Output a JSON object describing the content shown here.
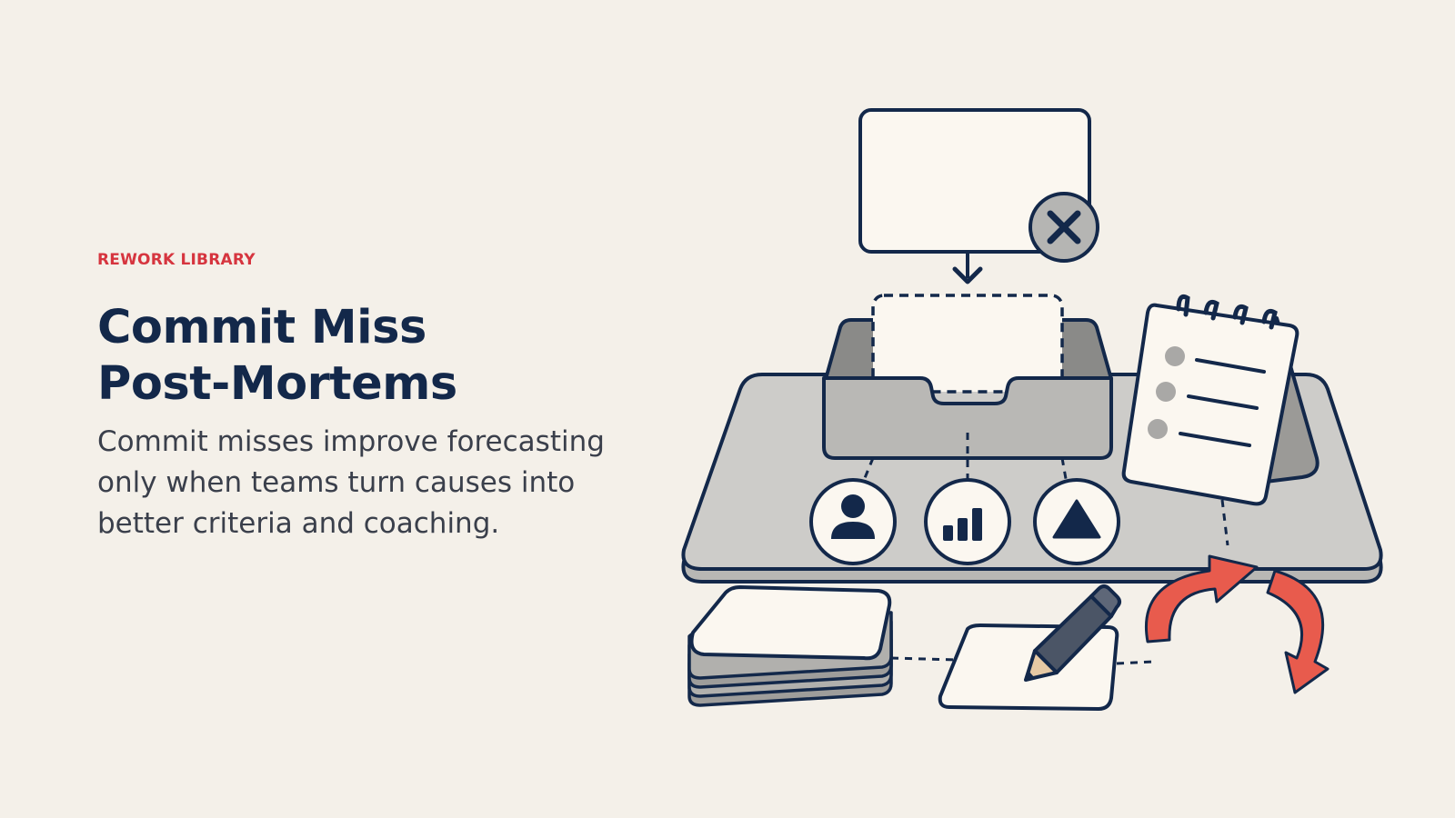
{
  "eyebrow": "REWORK LIBRARY",
  "title_lines": [
    "Commit Miss",
    "Post-Mortems"
  ],
  "subtitle": "Commit misses improve forecasting only when teams turn causes into better criteria and coaching.",
  "colors": {
    "background": "#f4f0e9",
    "accent_red": "#d6353f",
    "navy": "#13284a",
    "body_text": "#3a3f4b",
    "arrow_red": "#e85b4d",
    "surface_gray": "#c9c8c5",
    "card_cream": "#fbf7f0"
  },
  "icons": [
    "close-icon",
    "down-arrow-icon",
    "person-icon",
    "bar-chart-icon",
    "triangle-icon",
    "pencil-icon",
    "checklist-notepad-icon",
    "cycle-arrows-icon"
  ]
}
